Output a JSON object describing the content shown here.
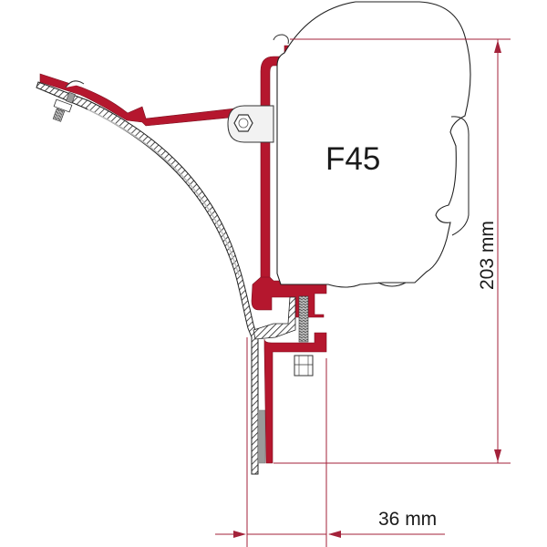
{
  "diagram": {
    "product_label": "F45",
    "dimensions": {
      "height": {
        "value": 203,
        "unit": "mm",
        "text": "203 mm",
        "orientation": "vertical"
      },
      "offset": {
        "value": 36,
        "unit": "mm",
        "text": "36 mm",
        "orientation": "horizontal"
      }
    },
    "colors": {
      "bracket": "#b5172e",
      "dimension_line": "#a3223a",
      "outline": "#222222",
      "awning_fill": "#ffffff",
      "seal_gray": "#9a9a9a"
    },
    "components": [
      "awning-cassette",
      "wall-bracket",
      "vehicle-roof-panel",
      "roof-bolt",
      "clamp-bolt",
      "hinge-plate"
    ]
  }
}
